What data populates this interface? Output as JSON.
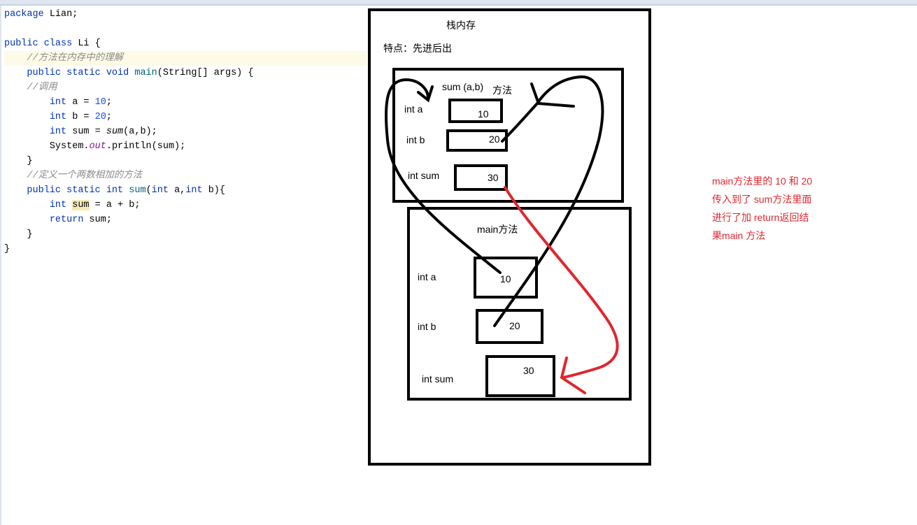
{
  "code": {
    "package": "package Lian;",
    "class_decl": "public class Li {",
    "comment1": "//方法在内存中的理解",
    "main_decl": "public static void main(String[] args) {",
    "comment2": "//调用",
    "line_a": "int a = 10;",
    "line_b": "int b = 20;",
    "line_sum": "int sum = sum(a,b);",
    "line_print": "System.out.println(sum);",
    "brace_close": "}",
    "comment3": "//定义一个两数相加的方法",
    "sum_decl": "public static int sum(int a,int b){",
    "sum_body": "int sum = a + b;",
    "return_line": "return sum;",
    "end_brace": "}"
  },
  "diagram": {
    "stack_title": "栈内存",
    "feature": "特点：先进后出",
    "sum_frame": {
      "title": "sum (a,b)",
      "suffix": "方法",
      "rows": [
        {
          "label": "int a",
          "value": "10"
        },
        {
          "label": "int b",
          "value": "20"
        },
        {
          "label": "int sum",
          "value": "30"
        }
      ]
    },
    "main_frame": {
      "title": "main方法",
      "rows": [
        {
          "label": "int a",
          "value": "10"
        },
        {
          "label": "int b",
          "value": "20"
        },
        {
          "label": "int sum",
          "value": "30"
        }
      ]
    },
    "note": "main方法里的 10 和 20传入到了 sum方法里面 进行了加 return返回结果main 方法",
    "colors": {
      "ink": "#000000",
      "return_arrow": "#e0262f"
    }
  }
}
